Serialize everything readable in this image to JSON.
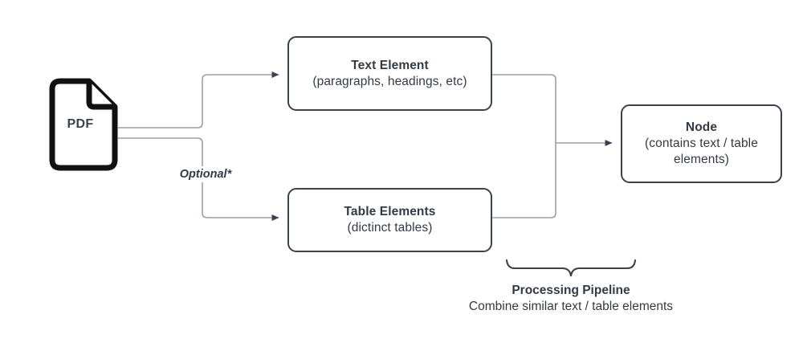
{
  "diagram": {
    "title": "PDF processing pipeline flowchart",
    "colors": {
      "node_stroke": "#3a4250",
      "connector": "#9aa0a8",
      "arrowhead": "#3a4250",
      "text": "#333a45",
      "icon_stroke": "#111111",
      "background": "#ffffff"
    },
    "source": {
      "icon": "pdf-document-icon",
      "label": "PDF"
    },
    "edge_labels": {
      "optional": "Optional*"
    },
    "nodes": [
      {
        "id": "text-element",
        "title": "Text Element",
        "subtitle": "(paragraphs, headings, etc)"
      },
      {
        "id": "table-elements",
        "title": "Table Elements",
        "subtitle": "(dictinct tables)"
      },
      {
        "id": "node",
        "title": "Node",
        "subtitle_line1": "(contains text / table",
        "subtitle_line2": "elements)"
      }
    ],
    "annotation": {
      "brace": "curly-brace-bottom",
      "title": "Processing Pipeline",
      "subtitle": "Combine similar text / table elements"
    }
  }
}
